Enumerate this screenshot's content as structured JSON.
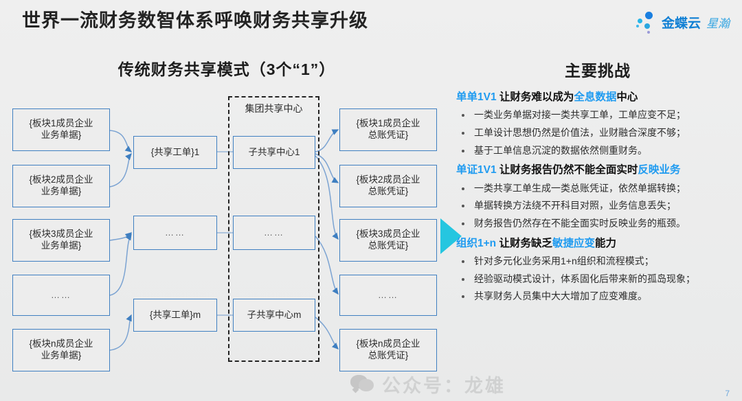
{
  "header": {
    "title": "世界一流财务数智体系呼唤财务共享升级",
    "logo": {
      "primary": "金蝶云",
      "secondary": "星瀚",
      "icon": "kingdee-dots-logo"
    }
  },
  "diagram": {
    "title": "传统财务共享模式（3个“1”）",
    "group_label": "集团共享中心",
    "colors": {
      "box_border": "#3f7fc1",
      "box_fill": "#ededed",
      "connector": "#6f9fd0",
      "group_border": "#222222"
    },
    "left_column": [
      "{板块1成员企业\n业务单据}",
      "{板块2成员企业\n业务单据}",
      "{板块3成员企业\n业务单据}",
      "……",
      "{板块n成员企业\n业务单据}"
    ],
    "middle_column": [
      "{共享工单}1",
      "……",
      "{共享工单}m"
    ],
    "center_column": [
      "子共享中心1",
      "……",
      "子共享中心m"
    ],
    "right_column": [
      "{板块1成员企业\n总账凭证}",
      "{板块2成员企业\n总账凭证}",
      "{板块3成员企业\n总账凭证}",
      "……",
      "{板块n成员企业\n总账凭证}"
    ]
  },
  "challenges": {
    "title": "主要挑战",
    "accent_color": "#1f9bf0",
    "arrow_color": "#25c6e0",
    "blocks": [
      {
        "head_parts": [
          {
            "text": "单单1V1",
            "highlight": true
          },
          {
            "text": " 让财务难以成为",
            "highlight": false
          },
          {
            "text": "全息数据",
            "highlight": true
          },
          {
            "text": "中心",
            "highlight": false
          }
        ],
        "bullets": [
          "一类业务单据对接一类共享工单，工单应变不足；",
          "工单设计思想仍然是价值法，业财融合深度不够；",
          "基于工单信息沉淀的数据依然侧重财务。"
        ]
      },
      {
        "head_parts": [
          {
            "text": "单证1V1",
            "highlight": true
          },
          {
            "text": " 让财务报告仍然不能全面实时",
            "highlight": false
          },
          {
            "text": "反映业务",
            "highlight": true
          }
        ],
        "bullets": [
          "一类共享工单生成一类总账凭证，依然单据转换；",
          "单据转换方法绕不开科目对照，业务信息丢失；",
          "财务报告仍然存在不能全面实时反映业务的瓶颈。"
        ]
      },
      {
        "head_parts": [
          {
            "text": "组织1+n",
            "highlight": true
          },
          {
            "text": " 让财务缺乏",
            "highlight": false
          },
          {
            "text": "敏捷应变",
            "highlight": true
          },
          {
            "text": "能力",
            "highlight": false
          }
        ],
        "bullets": [
          "针对多元化业务采用1+n组织和流程模式；",
          "经验驱动模式设计，体系固化后带来新的孤岛现象；",
          "共享财务人员集中大大增加了应变难度。"
        ]
      }
    ]
  },
  "watermark": {
    "text": "公众号：龙雄",
    "icon": "wechat-icon"
  },
  "page_number": "7"
}
